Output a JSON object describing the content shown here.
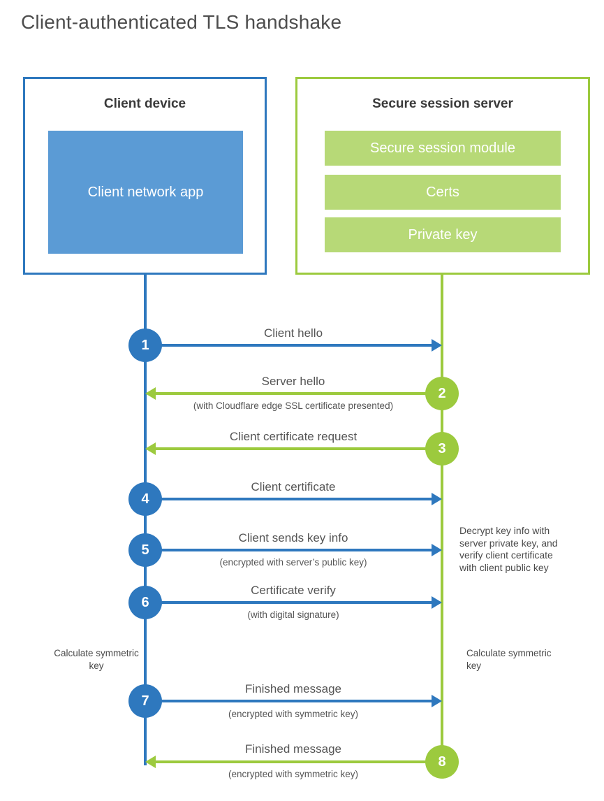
{
  "title": "Client-authenticated TLS handshake",
  "colors": {
    "blue": "#2E78BE",
    "blue-fill": "#5B9BD5",
    "green": "#9CCA3E",
    "green-fill": "#B7D977",
    "text-dark": "#3A3A3A",
    "text-gray": "#4D4D4D",
    "label-gray": "#555555"
  },
  "client_box": {
    "heading": "Client device",
    "module_label": "Client network app"
  },
  "server_box": {
    "heading": "Secure session server",
    "modules": [
      "Secure session module",
      "Certs",
      "Private key"
    ]
  },
  "steps": [
    {
      "num": "1",
      "from": "client",
      "label": "Client hello",
      "sub": ""
    },
    {
      "num": "2",
      "from": "server",
      "label": "Server hello",
      "sub": "(with Cloudflare edge SSL certificate presented)"
    },
    {
      "num": "3",
      "from": "server",
      "label": "Client certificate request",
      "sub": ""
    },
    {
      "num": "4",
      "from": "client",
      "label": "Client certificate",
      "sub": ""
    },
    {
      "num": "5",
      "from": "client",
      "label": "Client sends key info",
      "sub": "(encrypted with server’s public key)"
    },
    {
      "num": "6",
      "from": "client",
      "label": "Certificate verify",
      "sub": "(with digital signature)"
    },
    {
      "num": "7",
      "from": "client",
      "label": "Finished message",
      "sub": "(encrypted with symmetric key)"
    },
    {
      "num": "8",
      "from": "server",
      "label": "Finished message",
      "sub": "(encrypted with symmetric key)"
    }
  ],
  "annotations": {
    "client_calculate": "Calculate symmetric key",
    "server_calculate": "Calculate symmetric key",
    "server_note": "Decrypt key info with server private key, and verify client certificate with client public key"
  }
}
